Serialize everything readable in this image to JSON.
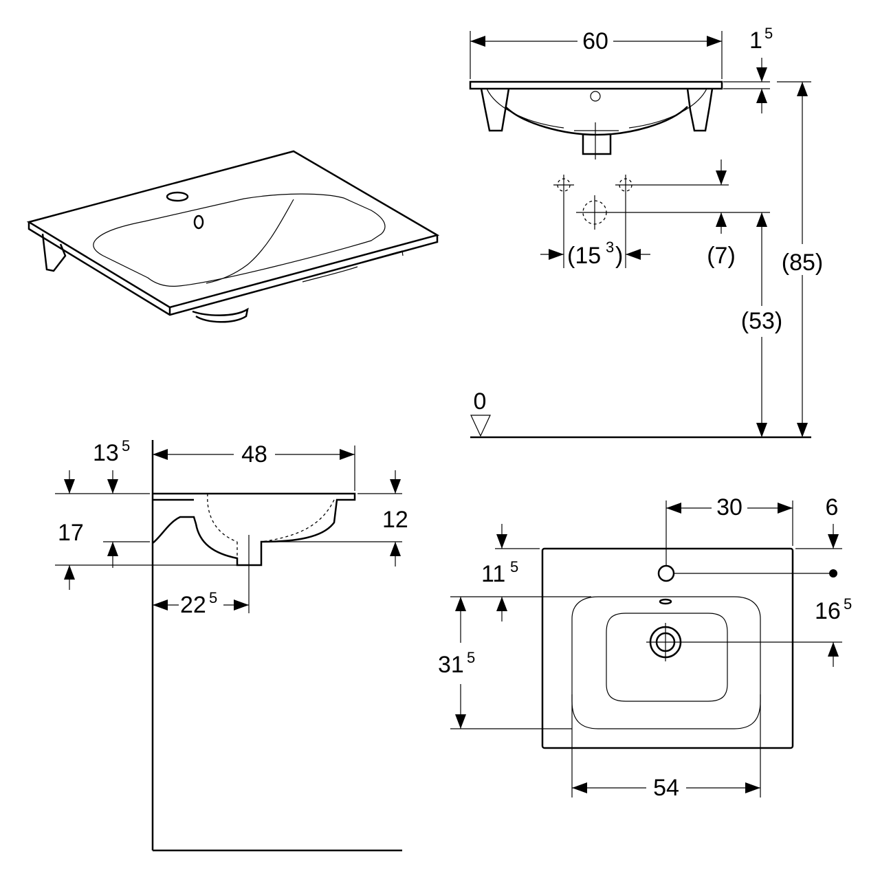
{
  "colors": {
    "ink": "#000000",
    "paper": "#ffffff"
  },
  "front_view": {
    "width": "60",
    "rim_thickness_main": "1",
    "rim_thickness_sup": "5",
    "tap_spacing": "(15",
    "tap_spacing_sup": "3",
    "tap_spacing_close": ")",
    "tap_height": "(7)",
    "drain_height": "(53)",
    "total_height": "(85)",
    "floor_level": "0"
  },
  "side_view": {
    "depth": "48",
    "dim_13_main": "13",
    "dim_13_sup": "5",
    "bowl_depth": "17",
    "rim_depth": "12",
    "drain_offset_main": "22",
    "drain_offset_sup": "5"
  },
  "top_view": {
    "tap_offset": "30",
    "rim_edge": "6",
    "dim_11_main": "11",
    "dim_11_sup": "5",
    "drain_from_tap_main": "16",
    "drain_from_tap_sup": "5",
    "bowl_length_main": "31",
    "bowl_length_sup": "5",
    "bowl_width": "54"
  }
}
